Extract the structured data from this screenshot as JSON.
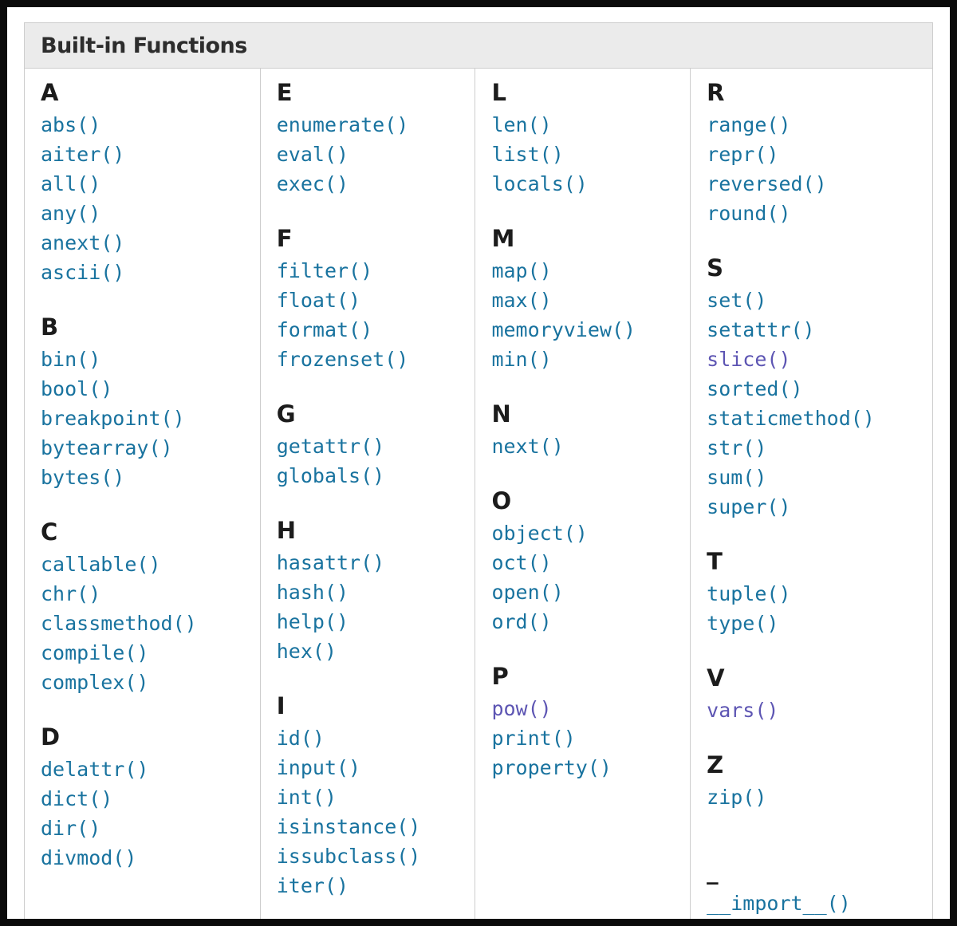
{
  "table": {
    "title": "Built-in Functions"
  },
  "colors": {
    "link": "#19739f",
    "visited": "#5d55b3",
    "header_bg": "#ebebeb",
    "border": "#cdcdcd",
    "frame": "#0b0b0b"
  },
  "columns": [
    {
      "sections": [
        {
          "letter": "A",
          "functions": [
            {
              "label": "abs()"
            },
            {
              "label": "aiter()"
            },
            {
              "label": "all()"
            },
            {
              "label": "any()"
            },
            {
              "label": "anext()"
            },
            {
              "label": "ascii()"
            }
          ]
        },
        {
          "letter": "B",
          "functions": [
            {
              "label": "bin()"
            },
            {
              "label": "bool()"
            },
            {
              "label": "breakpoint()"
            },
            {
              "label": "bytearray()"
            },
            {
              "label": "bytes()"
            }
          ]
        },
        {
          "letter": "C",
          "functions": [
            {
              "label": "callable()"
            },
            {
              "label": "chr()"
            },
            {
              "label": "classmethod()"
            },
            {
              "label": "compile()"
            },
            {
              "label": "complex()"
            }
          ]
        },
        {
          "letter": "D",
          "functions": [
            {
              "label": "delattr()"
            },
            {
              "label": "dict()"
            },
            {
              "label": "dir()"
            },
            {
              "label": "divmod()"
            }
          ]
        }
      ]
    },
    {
      "sections": [
        {
          "letter": "E",
          "functions": [
            {
              "label": "enumerate()"
            },
            {
              "label": "eval()"
            },
            {
              "label": "exec()"
            }
          ]
        },
        {
          "letter": "F",
          "functions": [
            {
              "label": "filter()"
            },
            {
              "label": "float()"
            },
            {
              "label": "format()"
            },
            {
              "label": "frozenset()"
            }
          ]
        },
        {
          "letter": "G",
          "functions": [
            {
              "label": "getattr()"
            },
            {
              "label": "globals()"
            }
          ]
        },
        {
          "letter": "H",
          "functions": [
            {
              "label": "hasattr()"
            },
            {
              "label": "hash()"
            },
            {
              "label": "help()"
            },
            {
              "label": "hex()"
            }
          ]
        },
        {
          "letter": "I",
          "functions": [
            {
              "label": "id()"
            },
            {
              "label": "input()"
            },
            {
              "label": "int()"
            },
            {
              "label": "isinstance()"
            },
            {
              "label": "issubclass()"
            },
            {
              "label": "iter()"
            }
          ]
        }
      ]
    },
    {
      "sections": [
        {
          "letter": "L",
          "functions": [
            {
              "label": "len()"
            },
            {
              "label": "list()"
            },
            {
              "label": "locals()"
            }
          ]
        },
        {
          "letter": "M",
          "functions": [
            {
              "label": "map()"
            },
            {
              "label": "max()"
            },
            {
              "label": "memoryview()"
            },
            {
              "label": "min()"
            }
          ]
        },
        {
          "letter": "N",
          "functions": [
            {
              "label": "next()"
            }
          ]
        },
        {
          "letter": "O",
          "functions": [
            {
              "label": "object()"
            },
            {
              "label": "oct()"
            },
            {
              "label": "open()"
            },
            {
              "label": "ord()"
            }
          ]
        },
        {
          "letter": "P",
          "functions": [
            {
              "label": "pow()",
              "visited": true
            },
            {
              "label": "print()"
            },
            {
              "label": "property()"
            }
          ]
        }
      ]
    },
    {
      "sections": [
        {
          "letter": "R",
          "functions": [
            {
              "label": "range()"
            },
            {
              "label": "repr()"
            },
            {
              "label": "reversed()"
            },
            {
              "label": "round()"
            }
          ]
        },
        {
          "letter": "S",
          "functions": [
            {
              "label": "set()"
            },
            {
              "label": "setattr()"
            },
            {
              "label": "slice()",
              "visited": true
            },
            {
              "label": "sorted()"
            },
            {
              "label": "staticmethod()"
            },
            {
              "label": "str()"
            },
            {
              "label": "sum()"
            },
            {
              "label": "super()"
            }
          ]
        },
        {
          "letter": "T",
          "functions": [
            {
              "label": "tuple()"
            },
            {
              "label": "type()"
            }
          ]
        },
        {
          "letter": "V",
          "functions": [
            {
              "label": "vars()",
              "visited": true
            }
          ]
        },
        {
          "letter": "Z",
          "functions": [
            {
              "label": "zip()"
            }
          ]
        },
        {
          "letter": "_",
          "extra_gap": true,
          "functions": [
            {
              "label": "__import__()"
            }
          ]
        }
      ]
    }
  ]
}
